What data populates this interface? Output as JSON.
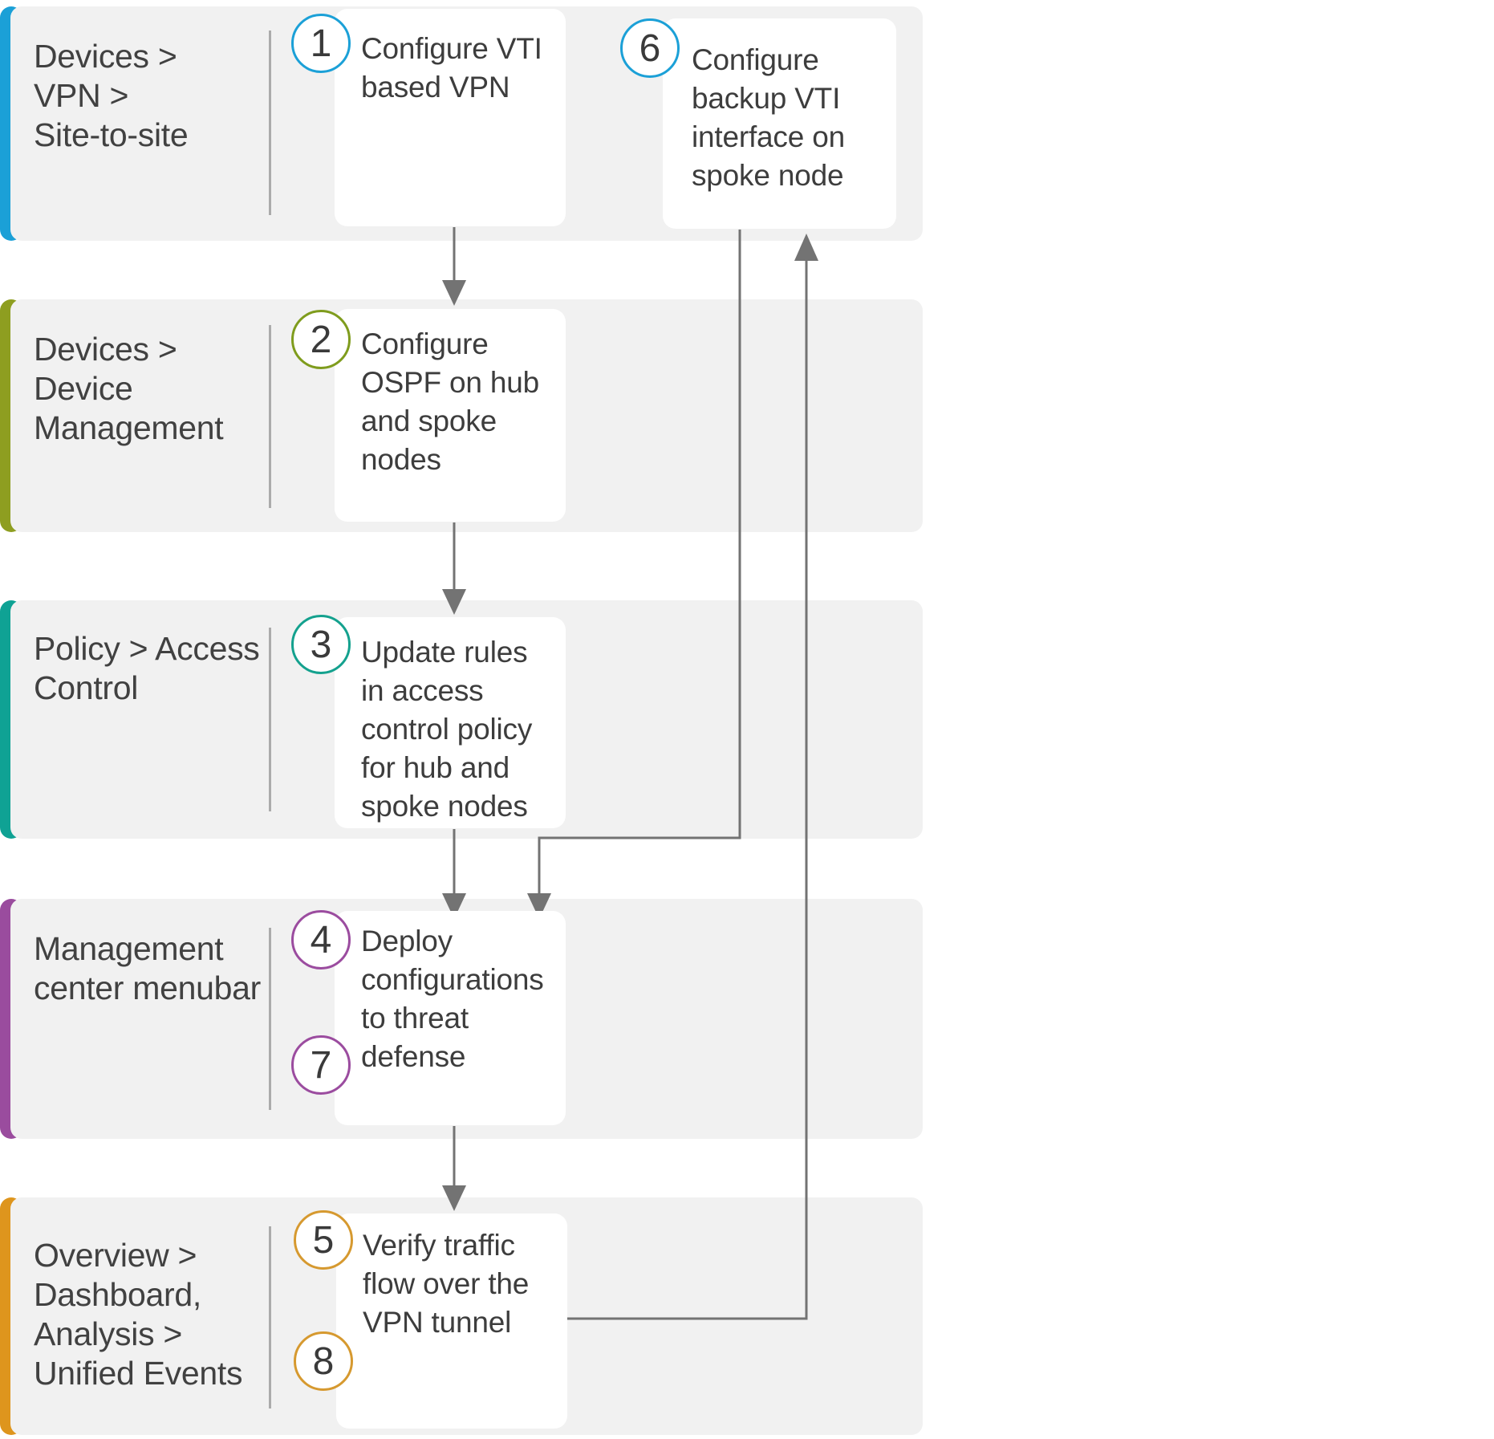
{
  "rows": [
    {
      "label": "Devices >\nVPN >\nSite-to-site",
      "color": "#1BA0D7"
    },
    {
      "label": "Devices >\nDevice\nManagement",
      "color": "#8E9E20"
    },
    {
      "label": "Policy > Access\nControl",
      "color": "#0FA294"
    },
    {
      "label": "Management\ncenter menubar",
      "color": "#9A4C9E"
    },
    {
      "label": "Overview >\nDashboard,\nAnalysis >\nUnified Events",
      "color": "#DE951D"
    }
  ],
  "boxes": [
    {
      "text": "Configure VTI\nbased VPN"
    },
    {
      "text": "Configure\nOSPF on hub\nand spoke\nnodes"
    },
    {
      "text": "Update rules\nin access\ncontrol policy\nfor hub and\nspoke nodes"
    },
    {
      "text": "Deploy\nconfigurations\nto threat\ndefense"
    },
    {
      "text": "Verify traffic\nflow over the\nVPN tunnel"
    },
    {
      "text": "Configure\nbackup VTI\ninterface on\nspoke node"
    }
  ],
  "circles": [
    {
      "number": "1",
      "color": "#1BA0D7"
    },
    {
      "number": "2",
      "color": "#7F9C1D"
    },
    {
      "number": "3",
      "color": "#14A18E"
    },
    {
      "number": "4",
      "color": "#9B4C9F"
    },
    {
      "number": "7",
      "color": "#9B4C9F"
    },
    {
      "number": "5",
      "color": "#D6992F"
    },
    {
      "number": "8",
      "color": "#D6992F"
    },
    {
      "number": "6",
      "color": "#1BA0D7"
    }
  ],
  "connectors": {
    "color": "#737373"
  }
}
